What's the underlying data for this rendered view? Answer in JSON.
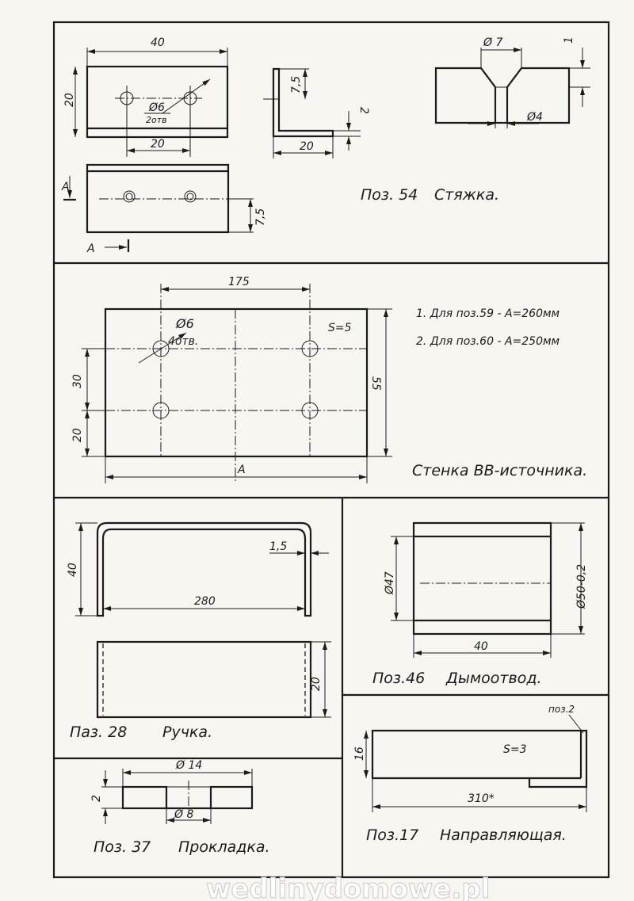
{
  "watermark": "wedlinydomowe.pl",
  "parts": {
    "styazhka": {
      "caption_pos": "Поз. 54",
      "caption_name": "Стяжка.",
      "dim_width": "40",
      "dim_height": "20",
      "dim_hole_spacing": "20",
      "hole_diameter": "Ø6",
      "hole_count": "2отв",
      "section_mark": "А",
      "dim_hole_offset": "7,5",
      "angle_dim_flange": "7,5",
      "angle_dim_thickness": "2",
      "angle_dim_leg": "20",
      "countersink_outer": "Ø 7",
      "countersink_inner": "Ø4",
      "countersink_depth": "1"
    },
    "stenka": {
      "caption": "Стенка ВВ-источника.",
      "dim_hole_spacing_x": "175",
      "dim_hole_spacing_y": "30",
      "dim_hole_offset_y": "20",
      "dim_height": "55",
      "dim_width": "А",
      "hole_diameter": "Ø6",
      "hole_count": "4отв.",
      "thickness": "S=5",
      "notes": [
        "1. Для поз.59 - А=260мм",
        "2. Для поз.60 - А=250мм"
      ]
    },
    "ruchka": {
      "caption_pos": "Паз. 28",
      "caption_name": "Ручка.",
      "dim_height": "40",
      "dim_length": "280",
      "dim_thickness": "1,5",
      "dim_width": "20"
    },
    "dymootvod": {
      "caption_pos": "Поз.46",
      "caption_name": "Дымоотвод.",
      "dim_inner": "Ø47",
      "dim_outer": "Ø50-0,2",
      "dim_length": "40"
    },
    "prokladka": {
      "caption_pos": "Поз. 37",
      "caption_name": "Прокладка.",
      "dim_outer": "Ø 14",
      "dim_inner": "Ø 8",
      "dim_thickness": "2"
    },
    "napravlyayushchaya": {
      "caption_pos": "Поз.17",
      "caption_name": "Направляющая.",
      "dim_height": "16",
      "dim_length": "310*",
      "thickness": "S=3",
      "ref": "поз.2"
    }
  }
}
